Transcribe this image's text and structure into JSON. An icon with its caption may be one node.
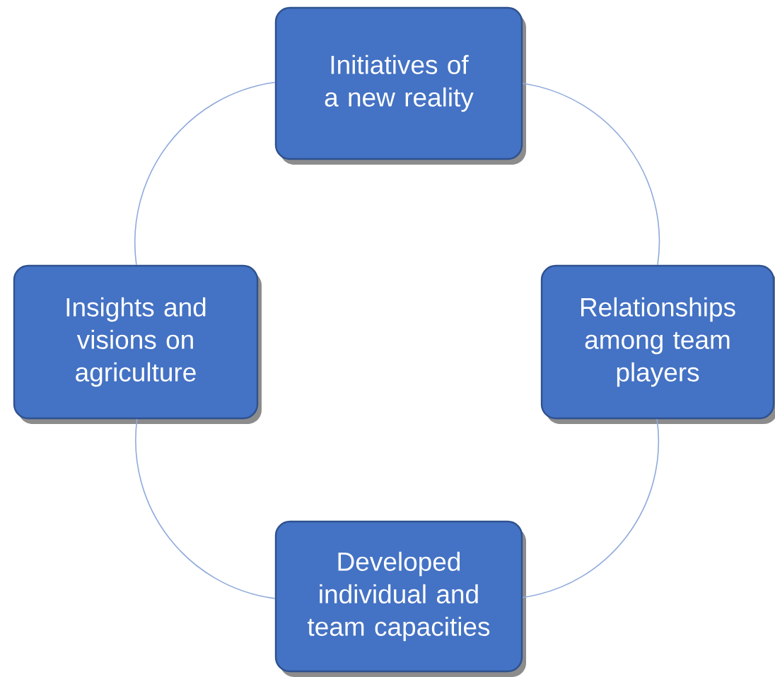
{
  "diagram": {
    "nodes": [
      {
        "text": [
          "Initiatives of a new reality"
        ]
      },
      {
        "text": [
          "Relationships among team players"
        ]
      },
      {
        "text": [
          "Developed individual and team capacities"
        ]
      },
      {
        "text": [
          "Insights and visions on agriculture"
        ]
      }
    ],
    "edges": [
      {
        "from": 0,
        "to": 1,
        "arrow": "none"
      },
      {
        "from": 1,
        "to": 2,
        "arrow": "none"
      },
      {
        "from": 2,
        "to": 3,
        "arrow": "none"
      },
      {
        "from": 3,
        "to": 0,
        "arrow": "none"
      }
    ]
  }
}
